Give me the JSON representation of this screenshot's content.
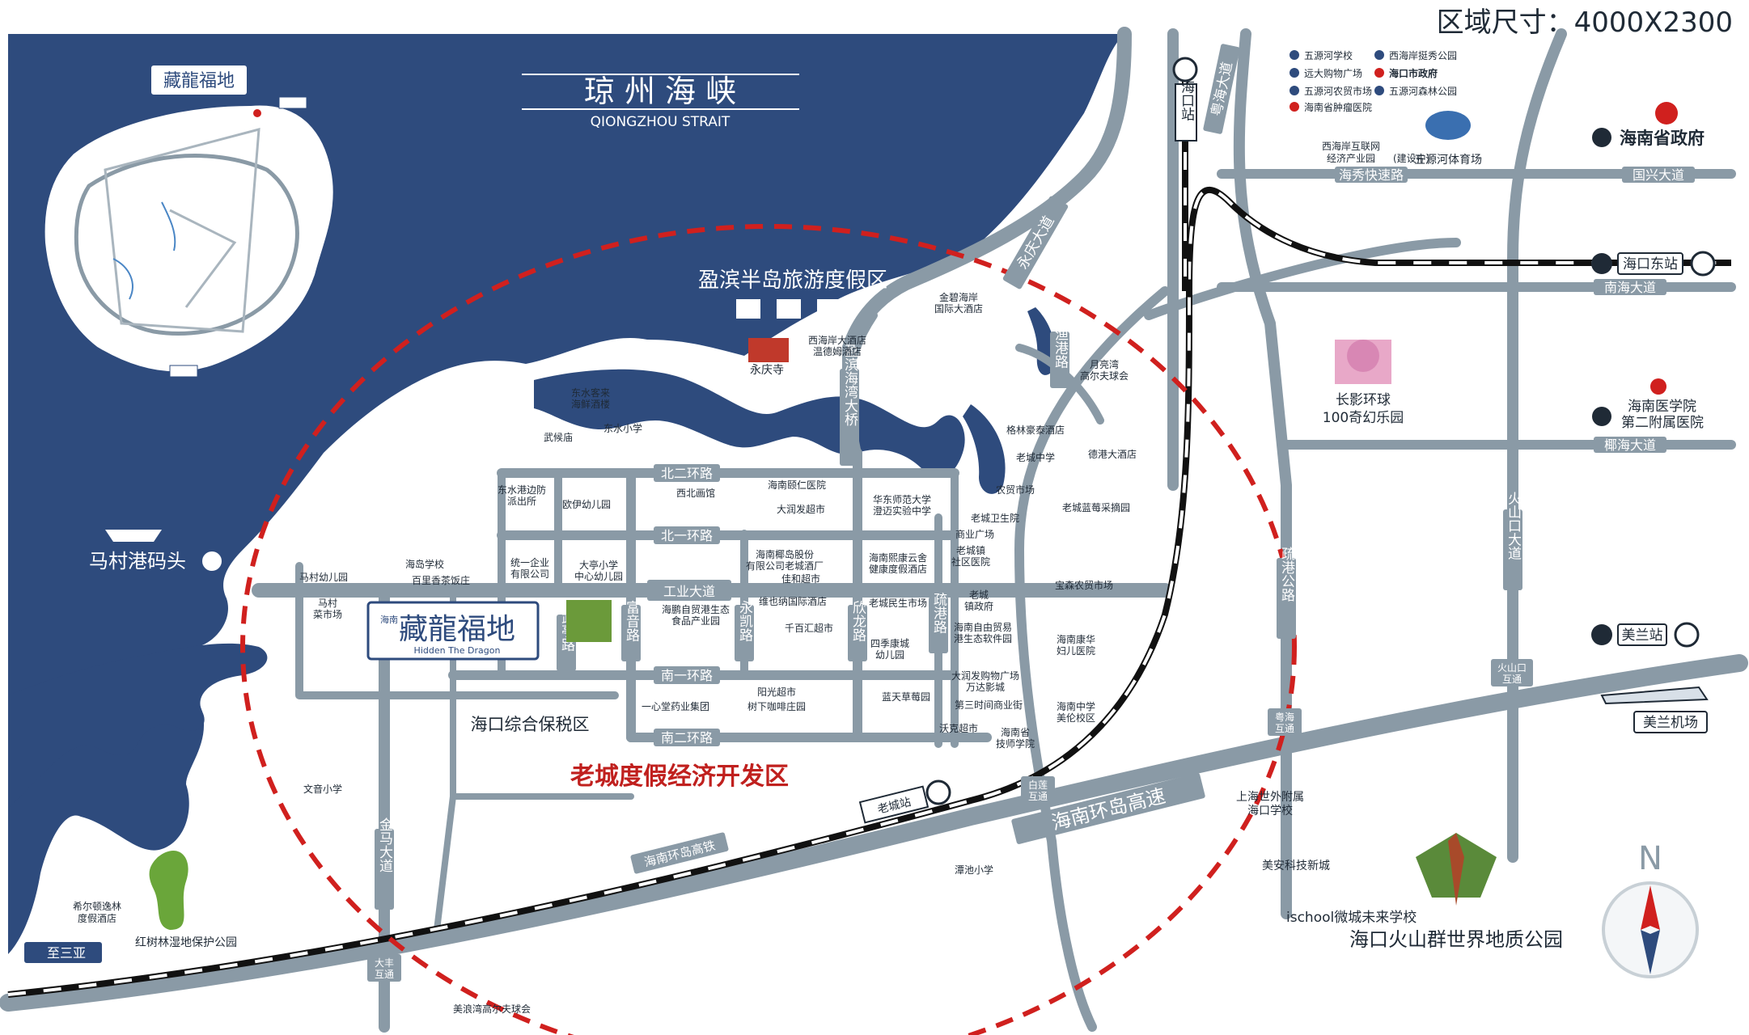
{
  "header": {
    "area_size": "区域尺寸：4000X2300"
  },
  "sea": {
    "name_cn": "琼 州 海 峡",
    "name_en": "QIONGZHOU STRAIT"
  },
  "project": {
    "brand_small": "海南",
    "brand": "藏龍福地",
    "brand_en": "Hidden The Dragon"
  },
  "districts": {
    "resort": "盈滨半岛旅游度假区",
    "laocheng_dev": "老城度假经济开发区",
    "bonded": "海口综合保税区"
  },
  "landmarks": {
    "macun_port": "马村港码头",
    "yongqing_temple": "永庆寺",
    "changying": "长影环球\n100奇幻乐园",
    "volcano_park": "海口火山群世界地质公园",
    "mangrove": "红树林湿地保护公园",
    "hainan_gov": "海南省政府",
    "hospital_2": "海南医学院\n第二附属医院",
    "meilan_airport": "美兰机场",
    "meilan_station": "美兰站",
    "haikou_east": "海口东站",
    "haikou_station": "海口站",
    "laocheng_station": "老城站",
    "to_sanya": "至三亚",
    "wuyuan_stadium": "五源河体育场",
    "xihaian_park": "西海岸互联网\n经济产业园",
    "xihaian_park_note": "(建设中)",
    "ischool": "ischool微城未来学校",
    "meian": "美安科技新城",
    "shanghai_school": "上海世外附属\n海口学校",
    "tanchi": "潭池小学",
    "golf_meilang": "美浪湾高尔夫球会",
    "wenyin": "文音小学",
    "hilton": "希尔顿逸林\n度假酒店"
  },
  "legend": [
    {
      "label": "五源河学校",
      "icon": "school-icon"
    },
    {
      "label": "西海岸挺秀公园",
      "icon": "park-icon"
    },
    {
      "label": "远大购物广场",
      "icon": "cart-icon"
    },
    {
      "label": "海口市政府",
      "icon": "star-icon"
    },
    {
      "label": "五源河农贸市场",
      "icon": "cart-icon"
    },
    {
      "label": "五源河森林公园",
      "icon": "park-icon"
    },
    {
      "label": "海南省肿瘤医院",
      "icon": "hospital-icon"
    }
  ],
  "roads": {
    "beierhuan": "北二环路",
    "beiyihuan": "北一环路",
    "gongye": "工业大道",
    "nanyihuan": "南一环路",
    "nanerhuan": "南二环路",
    "wuting": "武亭路",
    "fuyin": "富音路",
    "yongkai": "永凯路",
    "xinlong": "欣龙路",
    "shugang_road": "疏港路",
    "jinma": "金马大道",
    "yongqing": "永庆大道",
    "yuegang": "粤海大道",
    "yingbin_bridge": "盈滨海湾大桥",
    "shugang_gonglu": "疏港公路",
    "huoshankou": "火山口大道",
    "haixiu": "海秀快速路",
    "guoxing": "国兴大道",
    "nanhai": "南海大道",
    "yehai": "椰海大道",
    "expressway": "海南环岛高速",
    "hsr": "海南环岛高铁",
    "bailian": "白莲\n互通",
    "yuehai_hutong": "粤海\n互通",
    "huoshan_hutong": "火山口\n互通",
    "dafeng": "大丰\n互通",
    "yushi": "渔港路"
  },
  "pois": [
    {
      "text": "金碧海岸\n国际大酒店"
    },
    {
      "text": "西海岸大酒店\n温德姆酒店"
    },
    {
      "text": "月亮湾\n高尔夫球会"
    },
    {
      "text": "东水客来\n海鲜酒楼"
    },
    {
      "text": "东水小学"
    },
    {
      "text": "武候庙"
    },
    {
      "text": "格林豪泰酒店"
    },
    {
      "text": "德港大酒店"
    },
    {
      "text": "老城中学"
    },
    {
      "text": "农贸市场"
    },
    {
      "text": "老城蓝莓采摘园"
    },
    {
      "text": "老城卫生院"
    },
    {
      "text": "商业广场"
    },
    {
      "text": "老城镇\n社区医院"
    },
    {
      "text": "宝森农贸市场"
    },
    {
      "text": "海南康华\n妇儿医院"
    },
    {
      "text": "东水港边防\n派出所"
    },
    {
      "text": "西北画馆"
    },
    {
      "text": "欧伊幼儿园"
    },
    {
      "text": "海南颐仁医院"
    },
    {
      "text": "大润发超市"
    },
    {
      "text": "华东师范大学\n澄迈实验中学"
    },
    {
      "text": "统一企业\n有限公司"
    },
    {
      "text": "大亭小学\n中心幼儿园"
    },
    {
      "text": "海南椰岛股份\n有限公司老城酒厂"
    },
    {
      "text": "佳和超市"
    },
    {
      "text": "海南熙康云舍\n健康度假酒店"
    },
    {
      "text": "海岛学校"
    },
    {
      "text": "百里香茶饭庄"
    },
    {
      "text": "马村幼儿园"
    },
    {
      "text": "马村\n菜市场"
    },
    {
      "text": "海鹏自贸港生态\n食品产业园"
    },
    {
      "text": "维也纳国际酒店"
    },
    {
      "text": "千百汇超市"
    },
    {
      "text": "老城民生市场"
    },
    {
      "text": "老城\n镇政府"
    },
    {
      "text": "海南自由贸易\n港生态软件园"
    },
    {
      "text": "四季康城\n幼儿园"
    },
    {
      "text": "大润发购物广场\n万达影城"
    },
    {
      "text": "第三时间商业街"
    },
    {
      "text": "蓝天草莓园"
    },
    {
      "text": "一心堂药业集团"
    },
    {
      "text": "阳光超市"
    },
    {
      "text": "树下咖啡庄园"
    },
    {
      "text": "海南中学\n美伦校区"
    },
    {
      "text": "沃克超市"
    },
    {
      "text": "海南省\n技师学院"
    }
  ],
  "compass": {
    "letter": "N"
  },
  "colors": {
    "sea": "#2e4b7d",
    "land": "#ffffff",
    "road": "#8a9aa6",
    "circle": "#d0201e",
    "label_box": "#2e4b7d"
  }
}
